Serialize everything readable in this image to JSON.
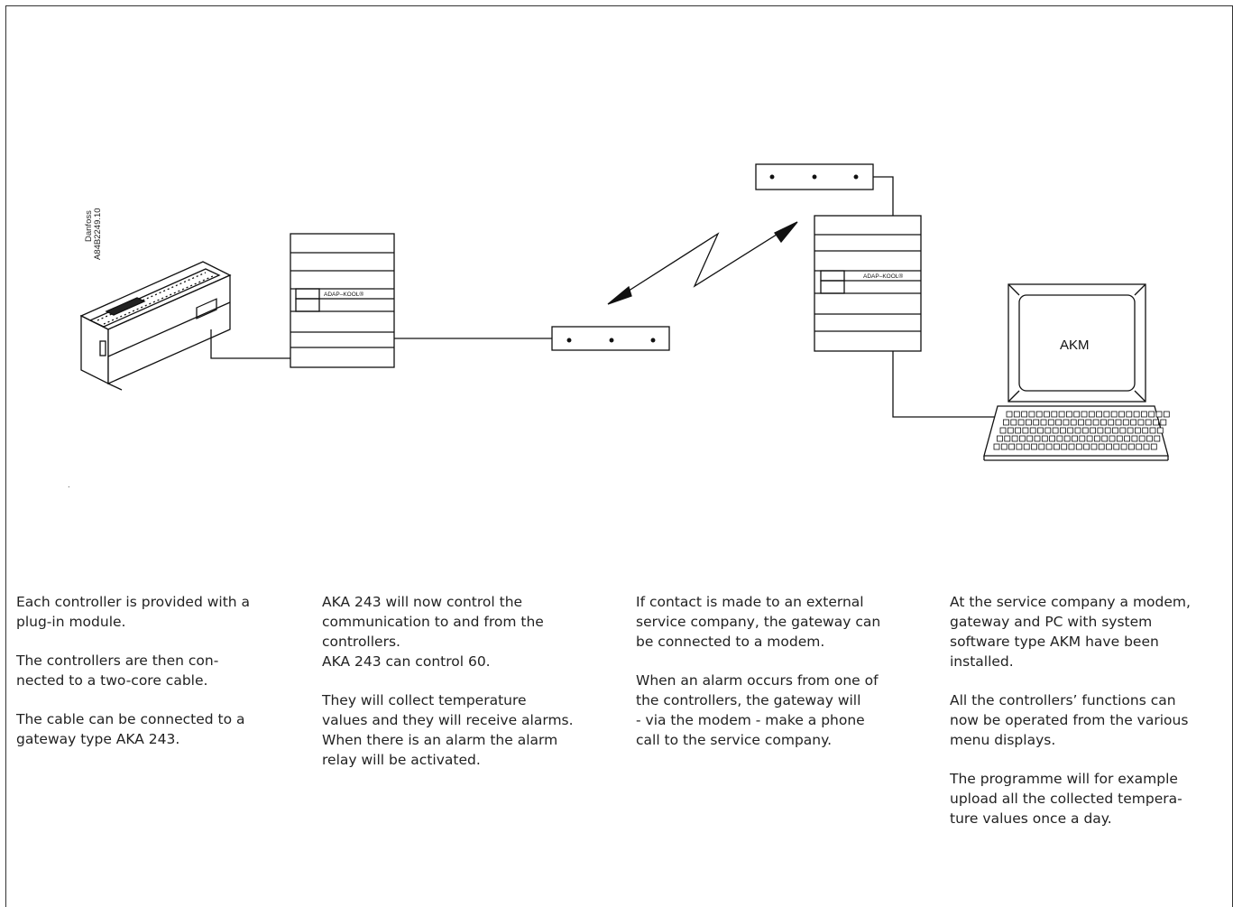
{
  "diagram": {
    "vertical_label_line1": "Danfoss",
    "vertical_label_line2": "A84B2249.10",
    "gateway_badge": "ADAP–KOOL®",
    "remote_gateway_badge": "ADAP–KOOL®",
    "pc_screen_text": "AKM",
    "stray_mark": "."
  },
  "columns": [
    {
      "paragraphs": [
        "Each controller is provided with a\nplug-in module.",
        "The controllers are then con-\nnected to a two-core cable.",
        "The cable can be connected to a\ngateway type AKA 243."
      ]
    },
    {
      "paragraphs": [
        "AKA 243 will now control the\ncommunication to and from the\ncontrollers.\nAKA 243 can control 60.",
        "They will collect temperature\nvalues and they will receive alarms.\nWhen there is an alarm the alarm\nrelay will be activated."
      ]
    },
    {
      "paragraphs": [
        "If contact is made to an external\nservice company, the gateway can\nbe connected to a modem.",
        "When an alarm occurs from one of\nthe controllers, the gateway will\n- via the modem - make a phone\ncall to the service company."
      ]
    },
    {
      "paragraphs": [
        "At the service company a modem,\ngateway and PC with system\nsoftware type AKM have been\ninstalled.",
        "All the controllers’ functions can\nnow be operated from the various\nmenu displays.",
        "The programme will for example\nupload all the collected tempera-\nture values once a day."
      ]
    }
  ]
}
